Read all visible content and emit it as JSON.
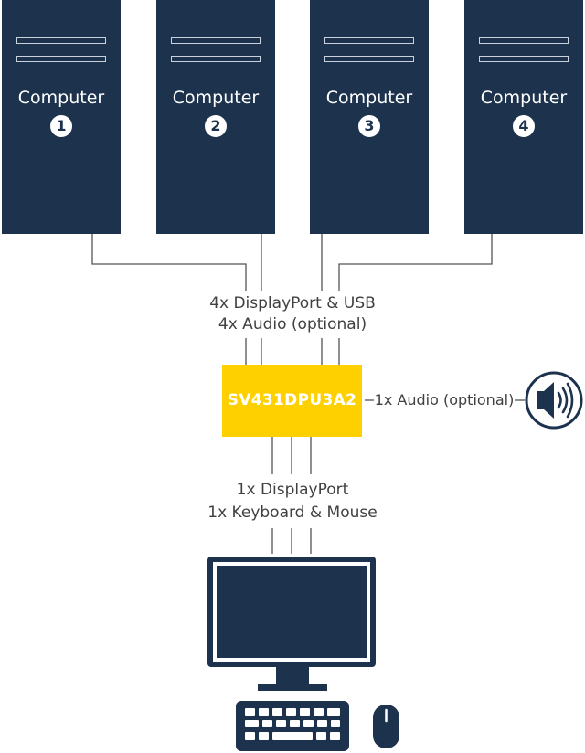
{
  "computers": [
    {
      "label": "Computer",
      "number": "1"
    },
    {
      "label": "Computer",
      "number": "2"
    },
    {
      "label": "Computer",
      "number": "3"
    },
    {
      "label": "Computer",
      "number": "4"
    }
  ],
  "inputs_label": {
    "line1": "4x DisplayPort & USB",
    "line2": "4x Audio (optional)"
  },
  "switch_model": "SV431DPU3A2",
  "audio_label": "1x Audio (optional)",
  "outputs_label": {
    "line1": "1x DisplayPort",
    "line2": "1x Keyboard & Mouse"
  },
  "icons": [
    "speaker-icon",
    "monitor-icon",
    "keyboard-icon",
    "mouse-icon"
  ],
  "colors": {
    "tower": "#1c324d",
    "switch": "#ffd000",
    "line": "#555555",
    "text": "#404040"
  }
}
